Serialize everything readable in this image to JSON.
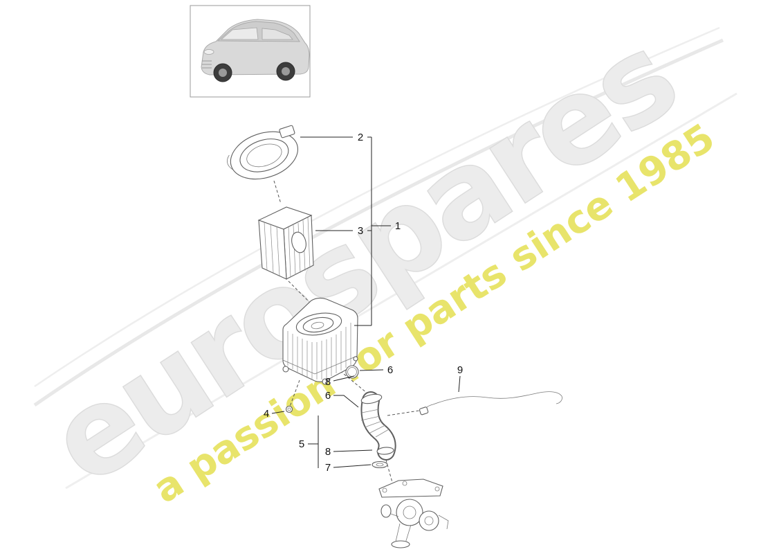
{
  "watermark": {
    "brand": "eurospares",
    "tagline": "a passion for parts since 1985",
    "brand_color": "#ececec",
    "tagline_color": "#e5e052",
    "swoosh_color": "#e8e8e8"
  },
  "callouts": [
    {
      "label": "2"
    },
    {
      "label": "3"
    },
    {
      "label": "1"
    },
    {
      "label": "6"
    },
    {
      "label": "8"
    },
    {
      "label": "6"
    },
    {
      "label": "4"
    },
    {
      "label": "5"
    },
    {
      "label": "8"
    },
    {
      "label": "7"
    },
    {
      "label": "9"
    }
  ]
}
